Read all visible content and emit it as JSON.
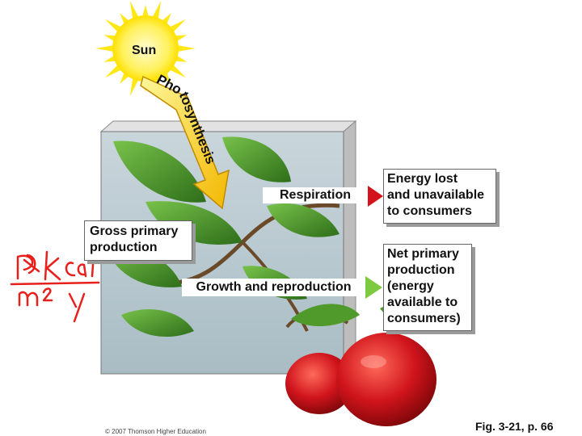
{
  "labels": {
    "sun": "Sun",
    "photosynthesis": "Photosynthesis",
    "respiration": "Respiration",
    "gross_primary_production": [
      "Gross primary",
      "production"
    ],
    "growth_and_reproduction": "Growth and reproduction",
    "energy_lost": [
      "Energy lost",
      "and unavailable",
      "to consumers"
    ],
    "net_primary_production": [
      "Net primary",
      "production",
      "(energy",
      "available to",
      "consumers)"
    ],
    "copyright": "© 2007 Thomson Higher Education",
    "figure_caption": "Fig. 3-21, p. 66"
  },
  "annotation": {
    "handwritten": "kcal / m² y",
    "ink_color": "#e8201c"
  },
  "colors": {
    "sun": "#ffe81a",
    "arrow_yellow": "#f5c400",
    "arrow_red": "#d4141c",
    "arrow_green": "#7dc940",
    "leaf": "#4f9a2a",
    "apple": "#c8101a"
  }
}
